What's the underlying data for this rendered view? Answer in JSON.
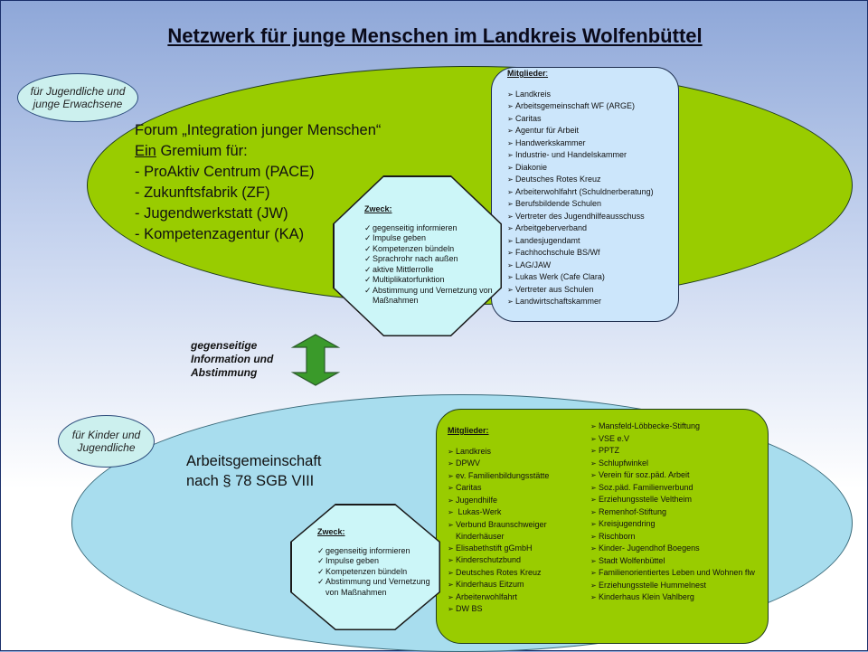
{
  "title": "Netzwerk für junge Menschen im Landkreis Wolfenbüttel",
  "top": {
    "bubble": [
      "für Jugendliche und",
      "junge Erwachsene"
    ],
    "forum": {
      "line1": "Forum „Integration junger Menschen“",
      "line2_ul": "Ein",
      "line2_rest": " Gremium für:",
      "items": [
        "- ProAktiv Centrum (PACE)",
        "- Zukunftsfabrik (ZF)",
        "- Jugendwerkstatt (JW)",
        "- Kompetenzagentur (KA)"
      ]
    },
    "zweck": {
      "heading": "Zweck:",
      "items": [
        "gegenseitig informieren",
        "Impulse geben",
        "Kompetenzen bündeln",
        "Sprachrohr nach außen",
        "aktive Mittlerrolle",
        "Multiplikatorfunktion",
        "Abstimmung und Vernetzung von Maßnahmen"
      ]
    },
    "members": {
      "heading": "Mitglieder",
      "heading_suffix": ":",
      "items": [
        "Landkreis",
        "Arbeitsgemeinschaft WF (ARGE)",
        "Caritas",
        "Agentur für Arbeit",
        "Handwerkskammer",
        "Industrie- und Handelskammer",
        "Diakonie",
        "Deutsches Rotes Kreuz",
        "Arbeiterwohlfahrt (Schuldnerberatung)",
        "Berufsbildende Schulen",
        "Vertreter des Jugendhilfeausschuss",
        "Arbeitgeberverband",
        "Landesjugendamt",
        "Fachhochschule BS/Wf",
        "LAG/JAW",
        "Lukas Werk (Cafe Clara)",
        "Vertreter aus Schulen",
        "Landwirtschaftskammer"
      ]
    }
  },
  "arrow": {
    "label": [
      "gegenseitige",
      "Information und",
      "Abstimmung"
    ],
    "color": "#3a9a2a"
  },
  "bottom": {
    "bubble": [
      "für Kinder und",
      "Jugendliche"
    ],
    "ag": [
      "Arbeitsgemeinschaft",
      "nach § 78 SGB VIII"
    ],
    "zweck": {
      "heading": "Zweck:",
      "items": [
        "gegenseitig informieren",
        "Impulse geben",
        "Kompetenzen bündeln",
        "Abstimmung und Vernetzung von Maßnahmen"
      ]
    },
    "members": {
      "heading": "Mitglieder:",
      "col1": [
        "Landkreis",
        "DPWV",
        "ev. Familienbildungsstätte",
        "Caritas",
        "Jugendhilfe",
        " Lukas-Werk",
        "Verbund Braunschweiger Kinderhäuser",
        "Elisabethstift gGmbH",
        "Kinderschutzbund",
        "Deutsches Rotes Kreuz",
        "Kinderhaus Eitzum",
        "Arbeiterwohlfahrt",
        "DW BS"
      ],
      "col2": [
        "Mansfeld-Löbbecke-Stiftung",
        "VSE e.V",
        "PPTZ",
        "Schlupfwinkel",
        "Verein für soz.päd. Arbeit",
        "Soz.päd. Familienverbund",
        "Erziehungsstelle Veltheim",
        "Remenhof-Stiftung",
        "Kreisjugendring",
        "Rischborn",
        "Kinder- Jugendhof Boegens",
        "Stadt Wolfenbüttel",
        "Familienorientiertes Leben und Wohnen flw",
        "Erziehungsstelle Hummelnest",
        "Kinderhaus Klein Vahlberg"
      ]
    }
  }
}
